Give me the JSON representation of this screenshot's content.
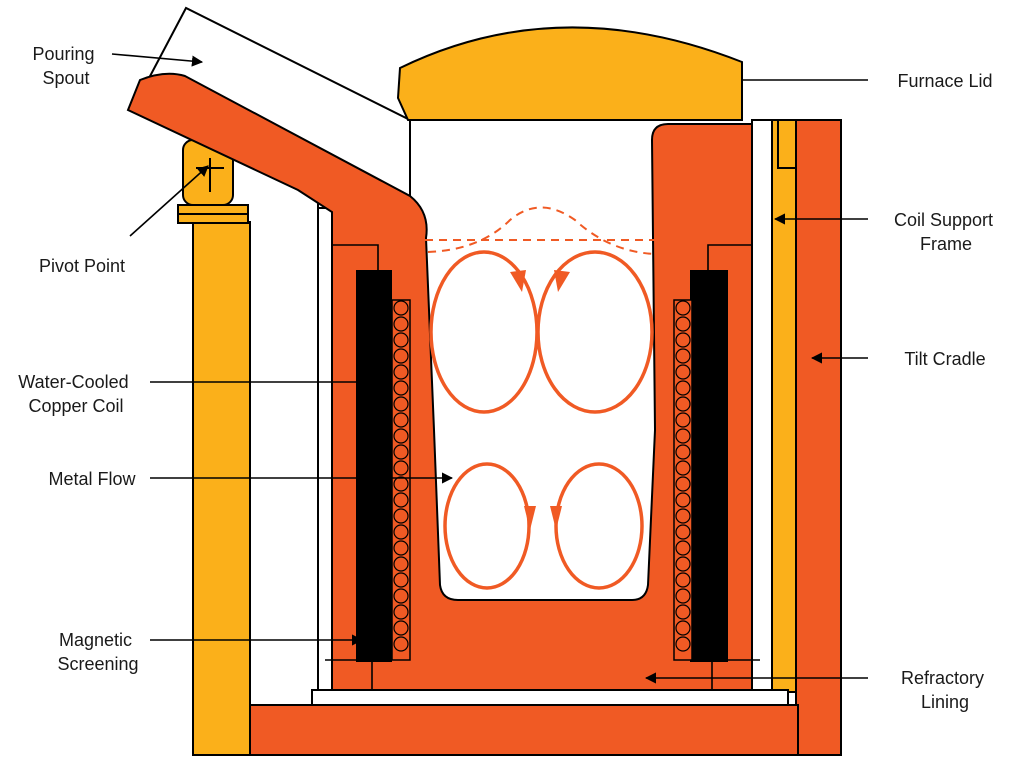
{
  "colors": {
    "refractory": "#f05a24",
    "steel": "#fbb01a",
    "coil": "#000000",
    "flow": "#f05a24",
    "outline": "#000000",
    "background": "#ffffff"
  },
  "labels": {
    "pouring_spout": [
      "Pouring",
      "Spout"
    ],
    "pivot_point": [
      "Pivot Point"
    ],
    "water_cooled_coil": [
      "Water-Cooled",
      "Copper Coil"
    ],
    "metal_flow": [
      "Metal Flow"
    ],
    "magnetic_screening": [
      "Magnetic",
      "Screening"
    ],
    "furnace_lid": [
      "Furnace Lid"
    ],
    "coil_support_frame": [
      "Coil Support",
      "Frame"
    ],
    "tilt_cradle": [
      "Tilt Cradle"
    ],
    "refractory_lining": [
      "Refractory",
      "Lining"
    ]
  }
}
